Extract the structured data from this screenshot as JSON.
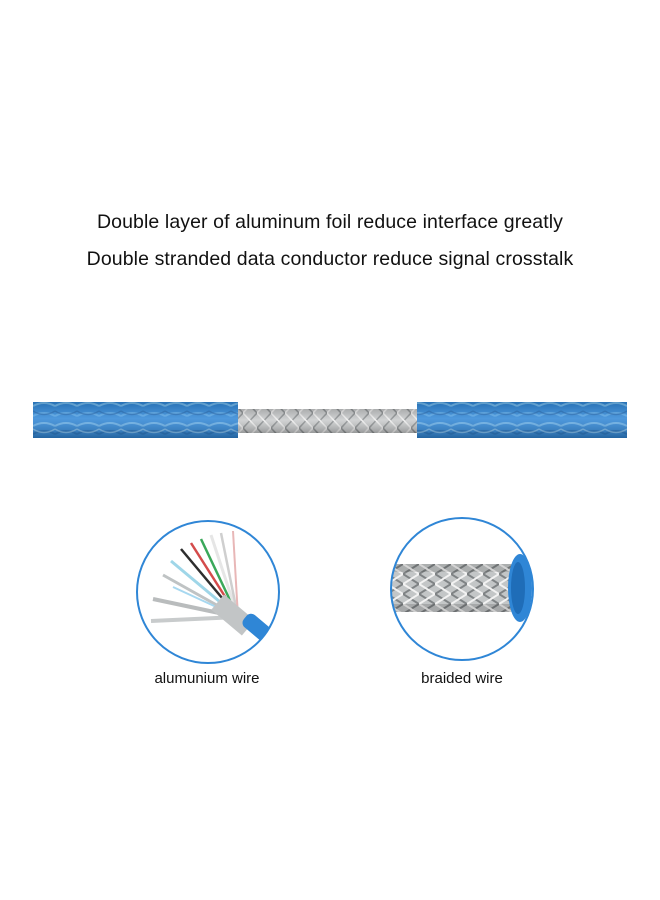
{
  "headline": {
    "line1": "Double layer of aluminum foil reduce interface greatly",
    "line2": "Double stranded data conductor reduce signal crosstalk"
  },
  "details": {
    "left_caption": "alumunium wire",
    "right_caption": "braided wire"
  },
  "colors": {
    "cable_blue": "#2f86d6",
    "braid_silver": "#c9cbcc",
    "circle_ring": "#2f86d6"
  }
}
